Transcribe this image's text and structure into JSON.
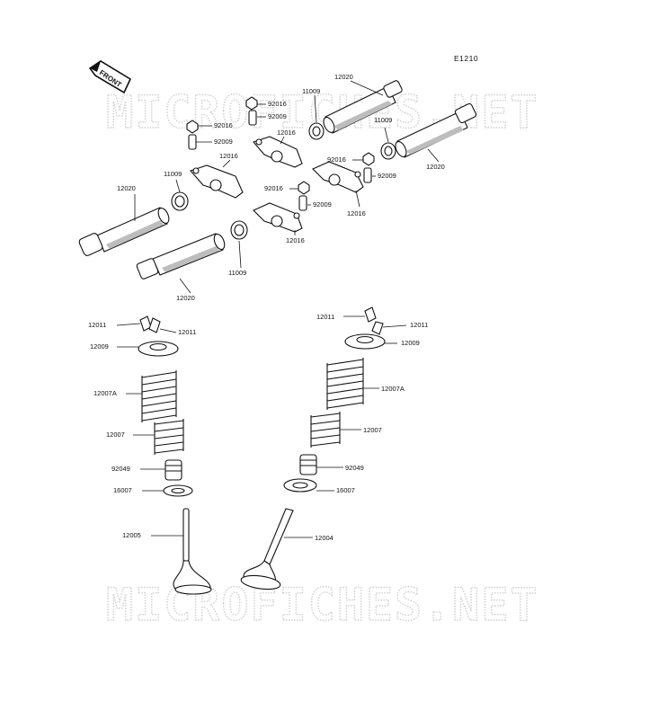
{
  "diagram": {
    "diagram_code": "E1210",
    "front_label": "FRONT",
    "watermark": "MICROFICHES.NET",
    "callouts": {
      "rocker_shaft_upper_right": "12020",
      "rocker_shaft_right": "12020",
      "rocker_shaft_left": "12020",
      "rocker_shaft_lower_left": "12020",
      "washer_11009_top": "11009",
      "washer_11009_right": "11009",
      "washer_11009_left": "11009",
      "washer_11009_lower": "11009",
      "nut_92016_a": "92016",
      "nut_92016_b": "92016",
      "nut_92016_c": "92016",
      "nut_92016_d": "92016",
      "screw_92009_a": "92009",
      "screw_92009_b": "92009",
      "screw_92009_c": "92009",
      "screw_92009_d": "92009",
      "rocker_12016_a": "12016",
      "rocker_12016_b": "12016",
      "rocker_12016_c": "12016",
      "rocker_12016_d": "12016",
      "collet_left_a": "12011",
      "collet_left_b": "12011",
      "collet_right_a": "12011",
      "collet_right_b": "12011",
      "retainer_left": "12009",
      "retainer_right": "12009",
      "outer_spring_left": "12007A",
      "outer_spring_right": "12007A",
      "inner_spring_left": "12007",
      "inner_spring_right": "12007",
      "seal_left": "92049",
      "seal_right": "92049",
      "seat_left": "16007",
      "seat_right": "16007",
      "valve_exhaust": "12005",
      "valve_intake": "12004"
    }
  }
}
